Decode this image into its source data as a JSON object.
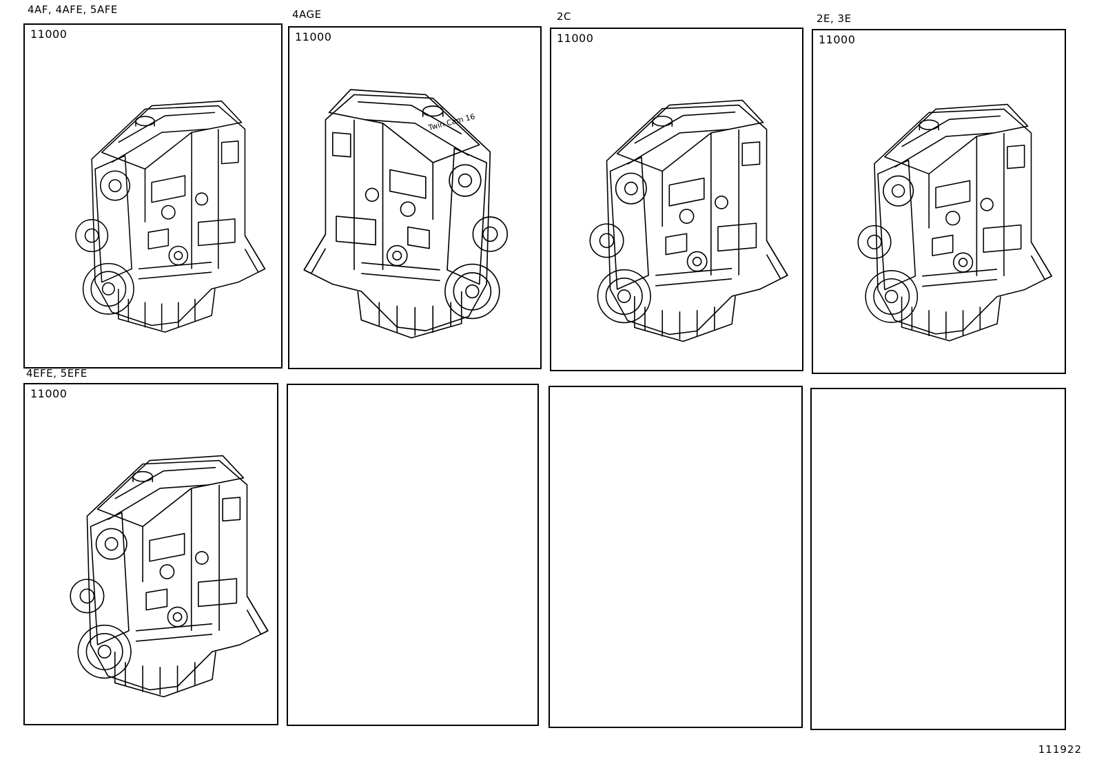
{
  "panels": [
    {
      "label": "4AF, 4AFE, 5AFE",
      "part": "11000",
      "icon": "engine-4af-icon"
    },
    {
      "label": "4AGE",
      "part": "11000",
      "icon": "engine-4age-icon",
      "engraving": "Twin Cam 16"
    },
    {
      "label": "2C",
      "part": "11000",
      "icon": "engine-2c-icon"
    },
    {
      "label": "2E, 3E",
      "part": "11000",
      "icon": "engine-2e-icon"
    },
    {
      "label": "4EFE, 5EFE",
      "part": "11000",
      "icon": "engine-4efe-icon"
    },
    {
      "label": "",
      "part": ""
    },
    {
      "label": "",
      "part": ""
    },
    {
      "label": "",
      "part": ""
    }
  ],
  "figure_number": "111922"
}
